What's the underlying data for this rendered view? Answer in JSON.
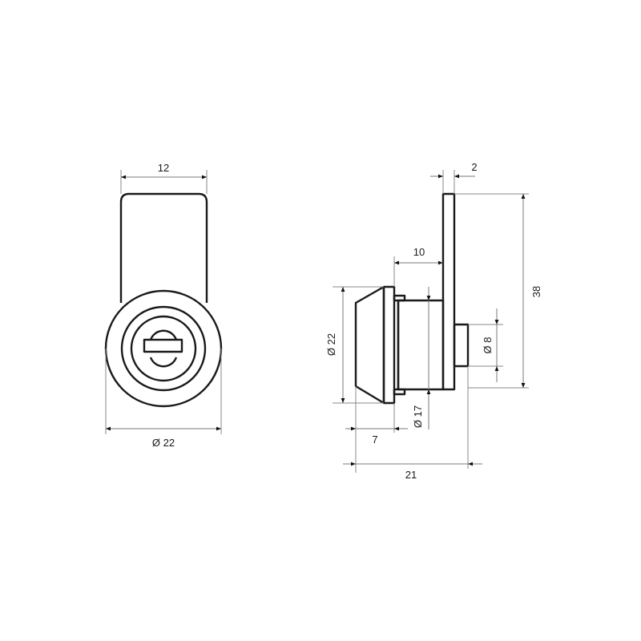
{
  "drawing": {
    "subject": "Cam lock technical drawing",
    "units": "mm",
    "front_view": {
      "dimensions": {
        "cam_width": "12",
        "body_diameter": "Ø 22"
      }
    },
    "side_view": {
      "dimensions": {
        "cam_thickness": "2",
        "cam_length": "38",
        "body_length": "10",
        "head_diameter": "Ø 22",
        "thread_diameter": "Ø 17",
        "spindle_diameter": "Ø 8",
        "head_depth": "7",
        "overall_length": "21"
      }
    },
    "colors": {
      "outline": "#1a1a1a",
      "dimension_line": "#7a7a7a",
      "background": "#ffffff"
    }
  }
}
